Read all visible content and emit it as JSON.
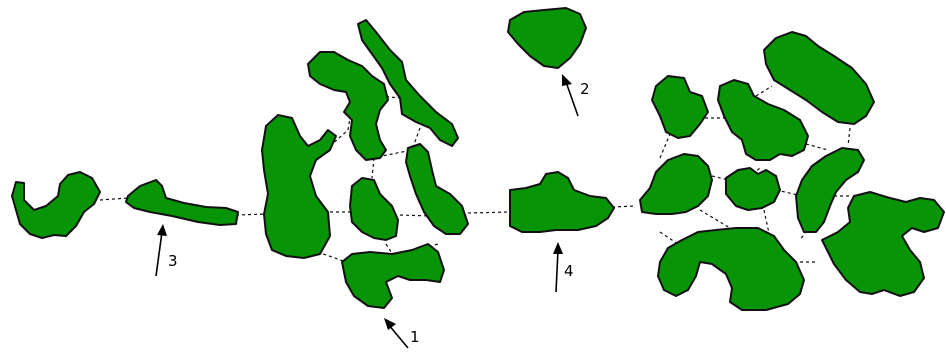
{
  "diagram": {
    "colors": {
      "patch_fill": "#079507",
      "outline": "#111111",
      "background": "#ffffff"
    },
    "labels": [
      {
        "id": "label1",
        "text": "1"
      },
      {
        "id": "label2",
        "text": "2"
      },
      {
        "id": "label3",
        "text": "3"
      },
      {
        "id": "label4",
        "text": "4"
      }
    ]
  }
}
